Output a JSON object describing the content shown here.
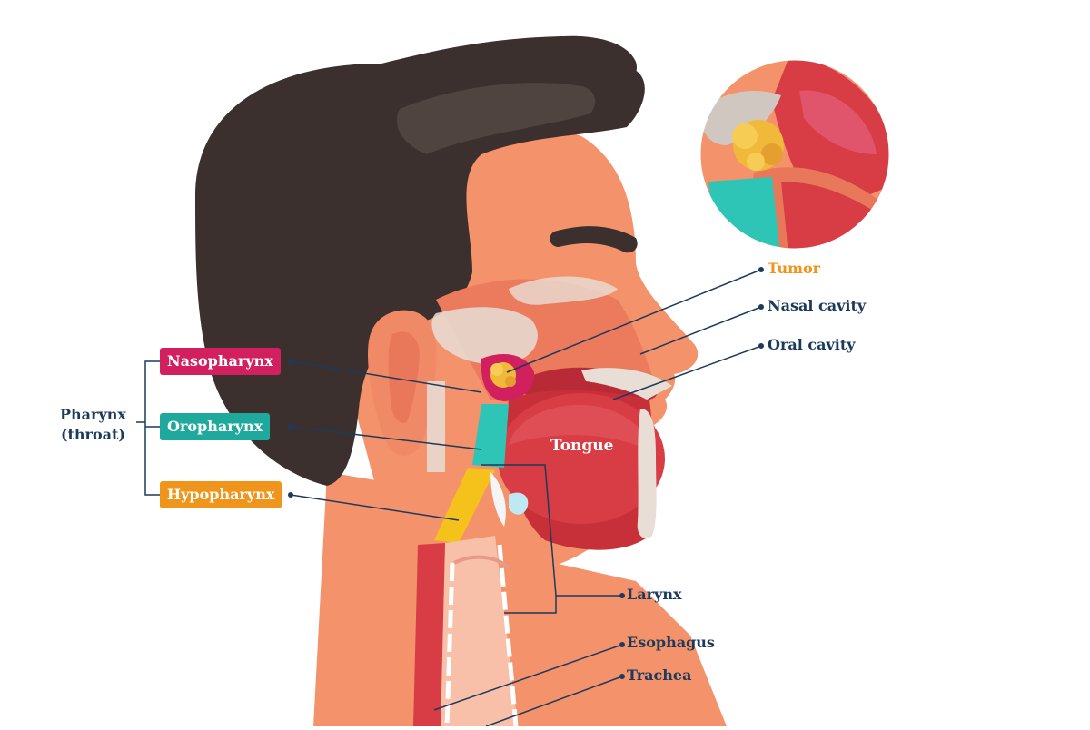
{
  "labels": {
    "tumor": "Tumor",
    "nasal_cavity": "Nasal cavity",
    "oral_cavity": "Oral cavity",
    "tongue": "Tongue",
    "larynx": "Larynx",
    "esophagus": "Esophagus",
    "trachea": "Trachea",
    "pharynx_line1": "Pharynx",
    "pharynx_line2": "(throat)",
    "nasopharynx": "Nasopharynx",
    "oropharynx": "Oropharynx",
    "hypopharynx": "Hypopharynx"
  },
  "colors": {
    "nasopharynx": "#d21f5e",
    "oropharynx": "#1fa89c",
    "hypopharynx": "#f0951c",
    "label_text": "#1c3a5c",
    "tumor_text": "#f0951c",
    "hair": "#3b302d",
    "skin": "#f4926c",
    "tissue_red": "#d83c44"
  }
}
